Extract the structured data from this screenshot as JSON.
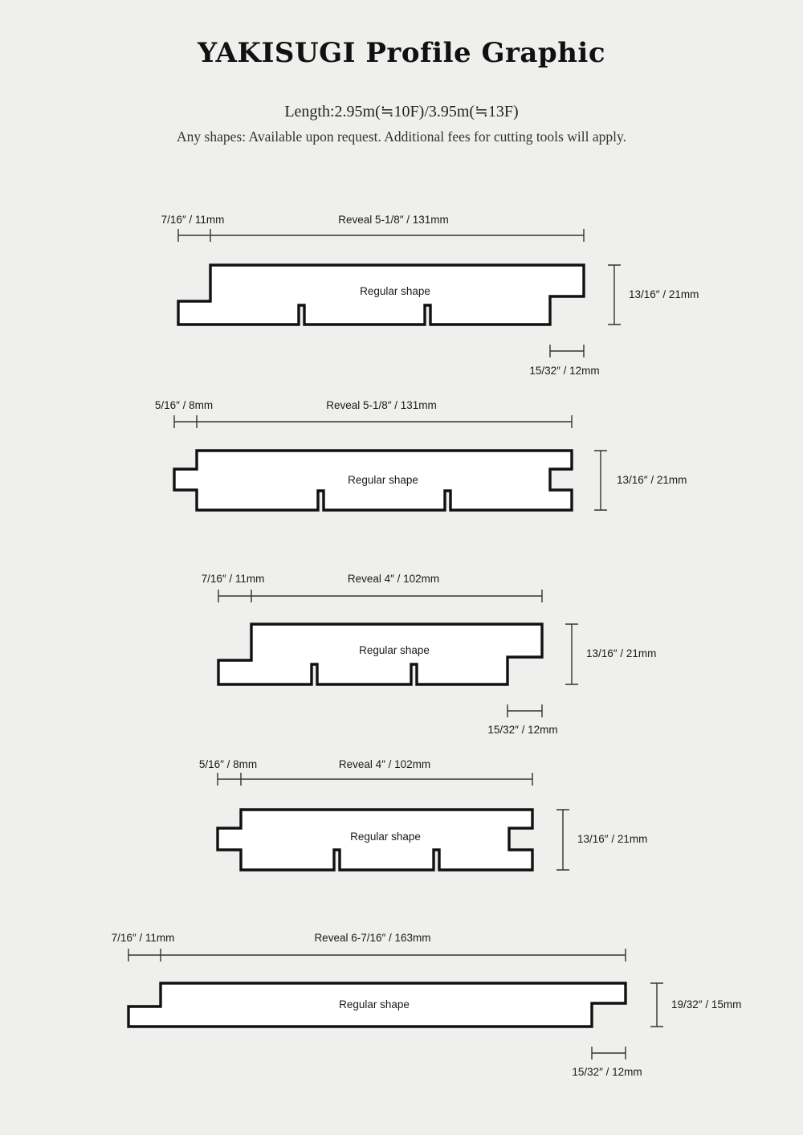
{
  "header": {
    "title": "YAKISUGI Profile Graphic",
    "length": "Length:2.95m(≒10F)/3.95m(≒13F)",
    "note": "Any shapes: Available upon request. Additional fees for cutting tools will apply."
  },
  "profiles": [
    {
      "offset": "7/16″ / 11mm",
      "reveal": "Reveal 5-1/8″ / 131mm",
      "shape": "Regular shape",
      "thickness": "13/16″ / 21mm",
      "overlap": "15/32″ / 12mm"
    },
    {
      "offset": "5/16″ / 8mm",
      "reveal": "Reveal 5-1/8″ / 131mm",
      "shape": "Regular shape",
      "thickness": "13/16″ / 21mm"
    },
    {
      "offset": "7/16″ / 11mm",
      "reveal": "Reveal 4″ / 102mm",
      "shape": "Regular shape",
      "thickness": "13/16″ / 21mm",
      "overlap": "15/32″ / 12mm"
    },
    {
      "offset": "5/16″ / 8mm",
      "reveal": "Reveal 4″ / 102mm",
      "shape": "Regular shape",
      "thickness": "13/16″ / 21mm"
    },
    {
      "offset": "7/16″ / 11mm",
      "reveal": "Reveal 6-7/16″ / 163mm",
      "shape": "Regular shape",
      "thickness": "19/32″ / 15mm",
      "overlap": "15/32″ / 12mm"
    }
  ]
}
